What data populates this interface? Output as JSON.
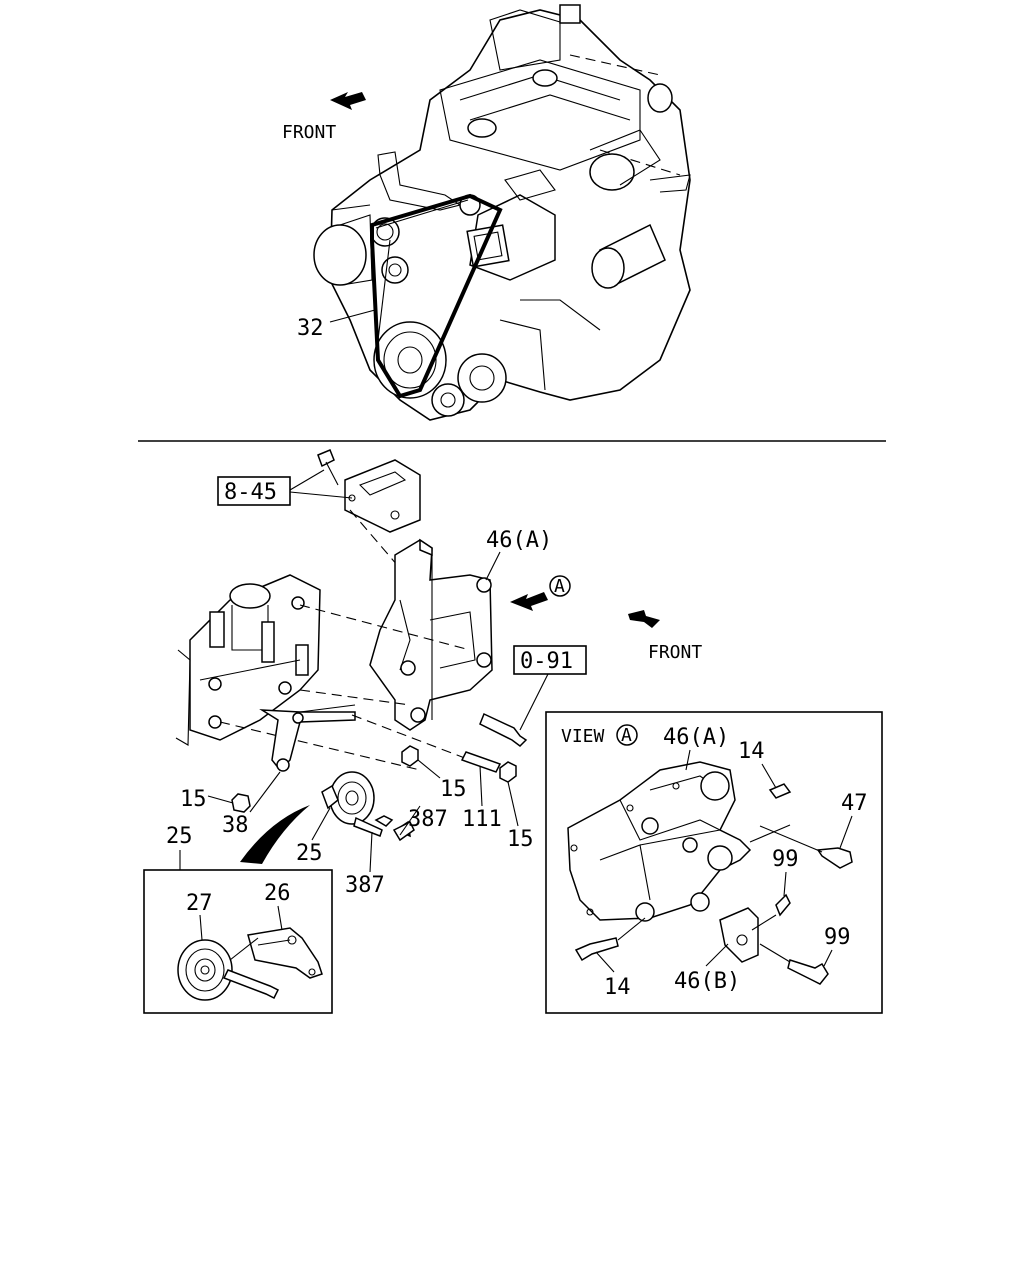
{
  "top_view": {
    "front_label": "FRONT",
    "callouts": [
      "32"
    ]
  },
  "lower_view": {
    "front_label": "FRONT",
    "ref_boxes": [
      "8-45",
      "0-91"
    ],
    "view_marker": "A",
    "callouts": [
      "46(A)",
      "15",
      "15",
      "15",
      "111",
      "387",
      "387",
      "38",
      "25",
      "25"
    ]
  },
  "inset_pulley": {
    "callouts": [
      "27",
      "26"
    ]
  },
  "view_a": {
    "title": "VIEW",
    "marker": "A",
    "callouts": [
      "46(A)",
      "14",
      "47",
      "99",
      "99",
      "14",
      "46(B)"
    ]
  }
}
